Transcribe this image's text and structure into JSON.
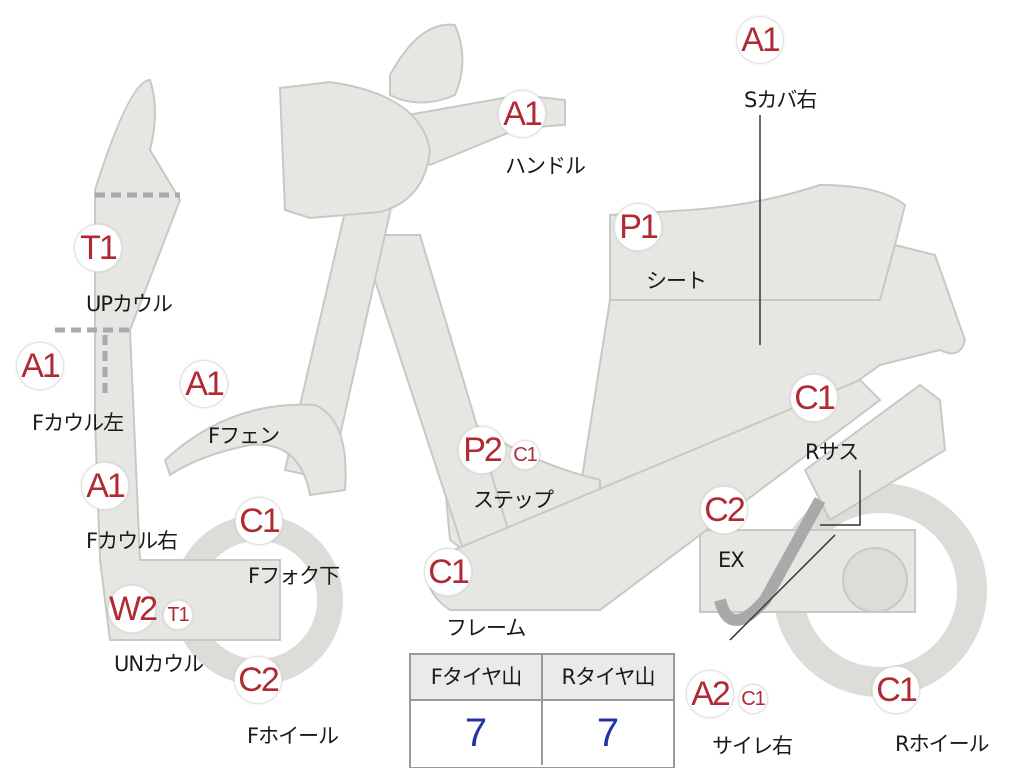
{
  "parts": [
    {
      "id": "s-cover-right",
      "code": "A1",
      "label": "Sカバ右"
    },
    {
      "id": "handle",
      "code": "A1",
      "label": "ハンドル"
    },
    {
      "id": "seat",
      "code": "P1",
      "label": "シート"
    },
    {
      "id": "up-cowl",
      "code": "T1",
      "label": "UPカウル"
    },
    {
      "id": "f-cowl-left",
      "code": "A1",
      "label": "Fカウル左"
    },
    {
      "id": "f-fender",
      "code": "A1",
      "label": "Fフェン"
    },
    {
      "id": "step",
      "code": "P2",
      "code2": "C1",
      "label": "ステップ"
    },
    {
      "id": "r-sus",
      "code": "C1",
      "label": "Rサス"
    },
    {
      "id": "f-cowl-right",
      "code": "A1",
      "label": "Fカウル右"
    },
    {
      "id": "f-fork-lower",
      "code": "C1",
      "label": "Fフォク下"
    },
    {
      "id": "ex",
      "code": "C2",
      "label": "EX"
    },
    {
      "id": "frame",
      "code": "C1",
      "label": "フレーム"
    },
    {
      "id": "un-cowl",
      "code": "W2",
      "code2": "T1",
      "label": "UNカウル"
    },
    {
      "id": "f-wheel",
      "code": "C2",
      "label": "Fホイール"
    },
    {
      "id": "silencer-right",
      "code": "A2",
      "code2": "C1",
      "label": "サイレ右"
    },
    {
      "id": "r-wheel",
      "code": "C1",
      "label": "Rホイール"
    }
  ],
  "tire_table": {
    "headers": [
      "Fタイヤ山",
      "Rタイヤ山"
    ],
    "values": [
      "7",
      "7"
    ]
  },
  "colors": {
    "badge_text": "#b02a33",
    "value_text": "#2233aa",
    "part_fill": "#e6e6e2",
    "part_stroke": "#c8c8c4"
  }
}
